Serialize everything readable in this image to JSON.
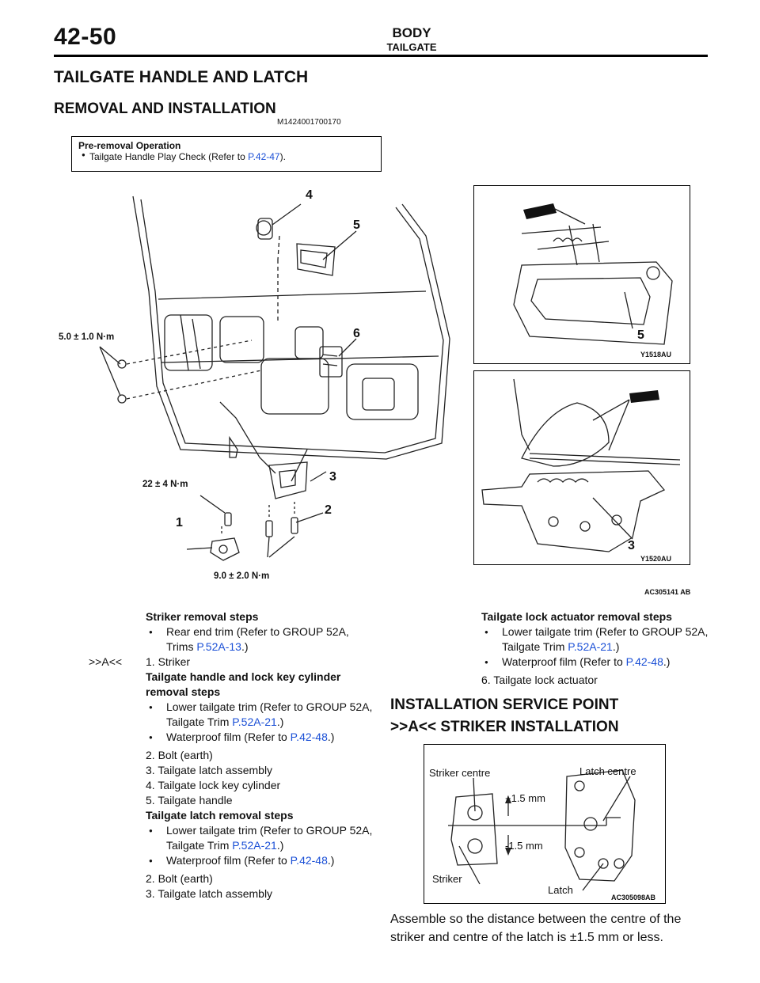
{
  "header": {
    "page_number": "42-50",
    "group": "BODY",
    "section": "TAILGATE"
  },
  "title": "TAILGATE HANDLE AND LATCH",
  "subtitle": "REMOVAL AND INSTALLATION",
  "doc_code": "M1424001700170",
  "pre_removal": {
    "heading": "Pre-removal Operation",
    "item_text": "Tailgate Handle Play Check (Refer to ",
    "item_link": "P.42-47",
    "item_end": ")."
  },
  "main_figure": {
    "callouts": [
      "4",
      "5",
      "6",
      "3",
      "2",
      "1"
    ],
    "torques": [
      "5.0 ± 1.0 N·m",
      "22 ± 4 N·m",
      "9.0 ± 2.0 N·m"
    ],
    "code": "AC305141",
    "code_suffix": "AB"
  },
  "inset_handle": {
    "callout": "5",
    "code": "Y1518AU"
  },
  "inset_latch": {
    "callout": "3",
    "code": "Y1520AU"
  },
  "striker_steps": {
    "heading": "Striker removal steps",
    "bullet_text": "Rear end trim (Refer to GROUP 52A, Trims ",
    "bullet_link": "P.52A-13",
    "bullet_end": ".)",
    "marker": ">>A<<",
    "step": "1.  Striker"
  },
  "handle_steps": {
    "heading": "Tailgate handle and lock key cylinder removal steps",
    "b1_text": "Lower tailgate trim (Refer to GROUP 52A, Tailgate Trim ",
    "b1_link": "P.52A-21",
    "b1_end": ".)",
    "b2_text": "Waterproof film (Refer to ",
    "b2_link": "P.42-48",
    "b2_end": ".)",
    "steps": [
      "2.  Bolt (earth)",
      "3.  Tailgate latch assembly",
      "4.  Tailgate lock key cylinder",
      "5.  Tailgate handle"
    ]
  },
  "latch_steps": {
    "heading": "Tailgate latch removal steps",
    "b1_text": "Lower tailgate trim (Refer to GROUP 52A, Tailgate Trim ",
    "b1_link": "P.52A-21",
    "b1_end": ".)",
    "b2_text": "Waterproof film (Refer to ",
    "b2_link": "P.42-48",
    "b2_end": ".)",
    "steps": [
      "2.  Bolt (earth)",
      "3.  Tailgate latch assembly"
    ]
  },
  "actuator_steps": {
    "heading": "Tailgate lock actuator removal steps",
    "b1_text": "Lower tailgate trim (Refer to GROUP 52A, Tailgate Trim ",
    "b1_link": "P.52A-21",
    "b1_end": ".)",
    "b2_text": "Waterproof film (Refer to ",
    "b2_link": "P.42-48",
    "b2_end": ".)",
    "step": "6.  Tailgate lock actuator"
  },
  "install": {
    "heading": "INSTALLATION SERVICE POINT",
    "subheading": ">>A<< STRIKER INSTALLATION",
    "figure": {
      "striker_centre": "Striker centre",
      "latch_centre": "Latch centre",
      "plus": "+1.5 mm",
      "minus": "-1.5 mm",
      "striker": "Striker",
      "latch": "Latch",
      "code": "AC305098",
      "code_suffix": "AB"
    },
    "para_a": "Assemble so the distance between the centre of the striker and centre of the latch is ",
    "para_pm": "±",
    "para_b": "1.5 mm or less."
  }
}
